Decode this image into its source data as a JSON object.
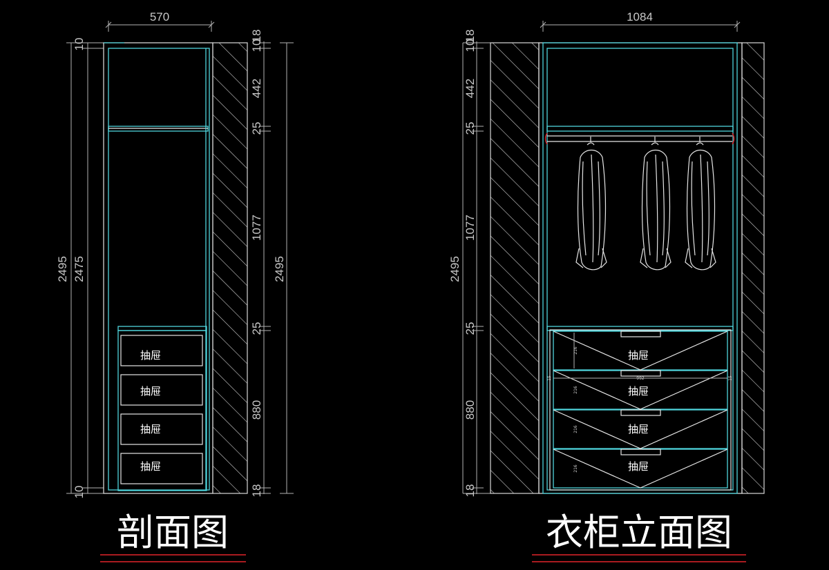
{
  "section_view": {
    "title": "剖面图",
    "width_dim": "570",
    "left_dims": {
      "outer": "2495",
      "inner": "2475",
      "top": "10",
      "bottom": "10"
    },
    "right_dims": [
      "18",
      "10",
      "442",
      "25",
      "1077",
      "25",
      "880",
      "18"
    ],
    "far_right_dim": "2495",
    "drawers": [
      "抽屉",
      "抽屉",
      "抽屉",
      "抽屉"
    ]
  },
  "elevation_view": {
    "title": "衣柜立面图",
    "width_dim": "1084",
    "left_dims": [
      "18",
      "10",
      "442",
      "25",
      "1077",
      "25",
      "880",
      "18"
    ],
    "outer_dim": "2495",
    "drawers": [
      "抽屉",
      "抽屉",
      "抽屉",
      "抽屉"
    ],
    "drawer_height_dim": "216",
    "drawer_width_dim": "992",
    "drawer_gap_dim": "15"
  },
  "colors": {
    "background": "#000000",
    "cabinet_inner": "#4fd5dc",
    "cabinet_outline": "#e6e6e6",
    "rail_end": "#e2242a",
    "title_underline": "#e2242a"
  }
}
